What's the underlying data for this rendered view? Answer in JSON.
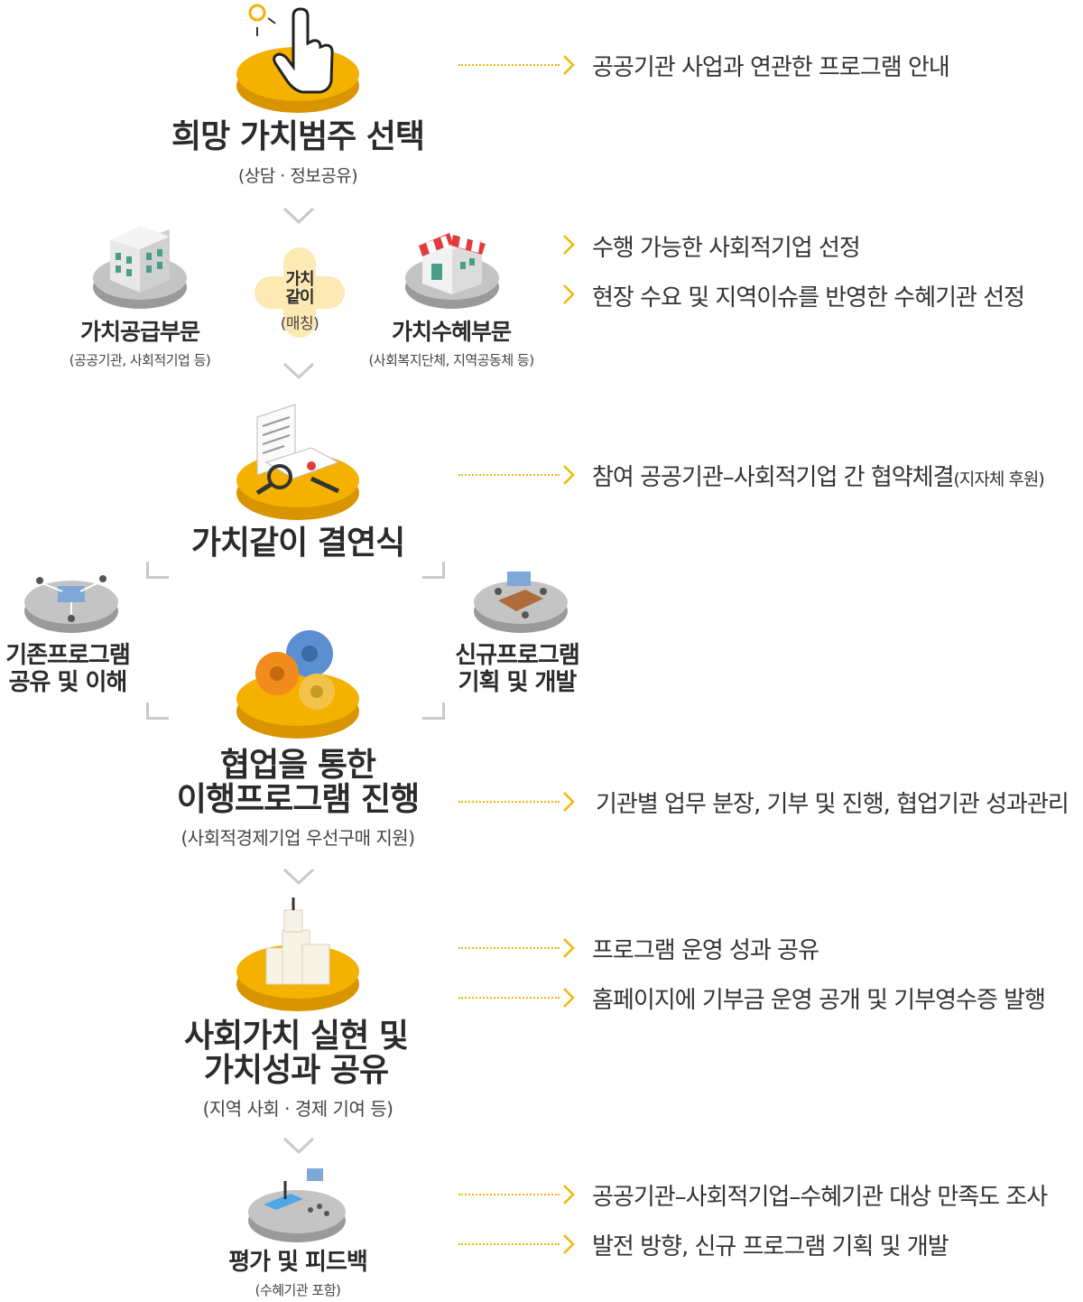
{
  "colors": {
    "accent": "#f5b100",
    "accent_dark": "#d99500",
    "gray_disc": "#bfbfbf",
    "dot_line": "#f2b705"
  },
  "steps": {
    "step1": {
      "title": "희망 가치범주 선택",
      "sub": "(상담 · 정보공유)",
      "icon": "hand-pointer-icon"
    },
    "matching": {
      "supply": {
        "title": "가치공급부문",
        "sub": "(공공기관, 사회적기업 등)",
        "icon": "office-building-icon"
      },
      "center": {
        "line1": "가치",
        "line2": "같이",
        "line3": "(매칭)"
      },
      "receive": {
        "title": "가치수혜부문",
        "sub": "(사회복지단체, 지역공동체 등)",
        "icon": "shop-icon"
      }
    },
    "step3": {
      "title": "가치같이 결연식",
      "icon": "contract-signing-icon"
    },
    "side_left": {
      "line1": "기존프로그램",
      "line2": "공유 및 이해",
      "icon": "network-icon"
    },
    "side_right": {
      "line1": "신규프로그램",
      "line2": "기획 및 개발",
      "icon": "meeting-table-icon"
    },
    "step4": {
      "line1": "협업을 통한",
      "line2": "이행프로그램 진행",
      "sub": "(사회적경제기업 우선구매 지원)",
      "icon": "gears-icon"
    },
    "step5": {
      "line1": "사회가치 실현 및",
      "line2": "가치성과 공유",
      "sub": "(지역 사회 · 경제 기여 등)",
      "icon": "podium-icon"
    },
    "step6": {
      "title": "평가 및 피드백",
      "sub": "(수혜기관 포함)",
      "icon": "presentation-icon"
    }
  },
  "descriptions": {
    "d1": "공공기관 사업과 연관한 프로그램 안내",
    "d2a": "수행 가능한 사회적기업 선정",
    "d2b": "현장 수요 및 지역이슈를 반영한 수혜기관 선정",
    "d3": "참여 공공기관–사회적기업 간 협약체결",
    "d3_small": "(지자체 후원)",
    "d4": "기관별 업무 분장, 기부 및 진행, 협업기관 성과관리",
    "d5a": "프로그램 운영 성과 공유",
    "d5b": "홈페이지에 기부금 운영 공개 및 기부영수증 발행",
    "d6a": "공공기관–사회적기업–수혜기관 대상 만족도 조사",
    "d6b": "발전 방향, 신규 프로그램 기획 및 개발"
  }
}
